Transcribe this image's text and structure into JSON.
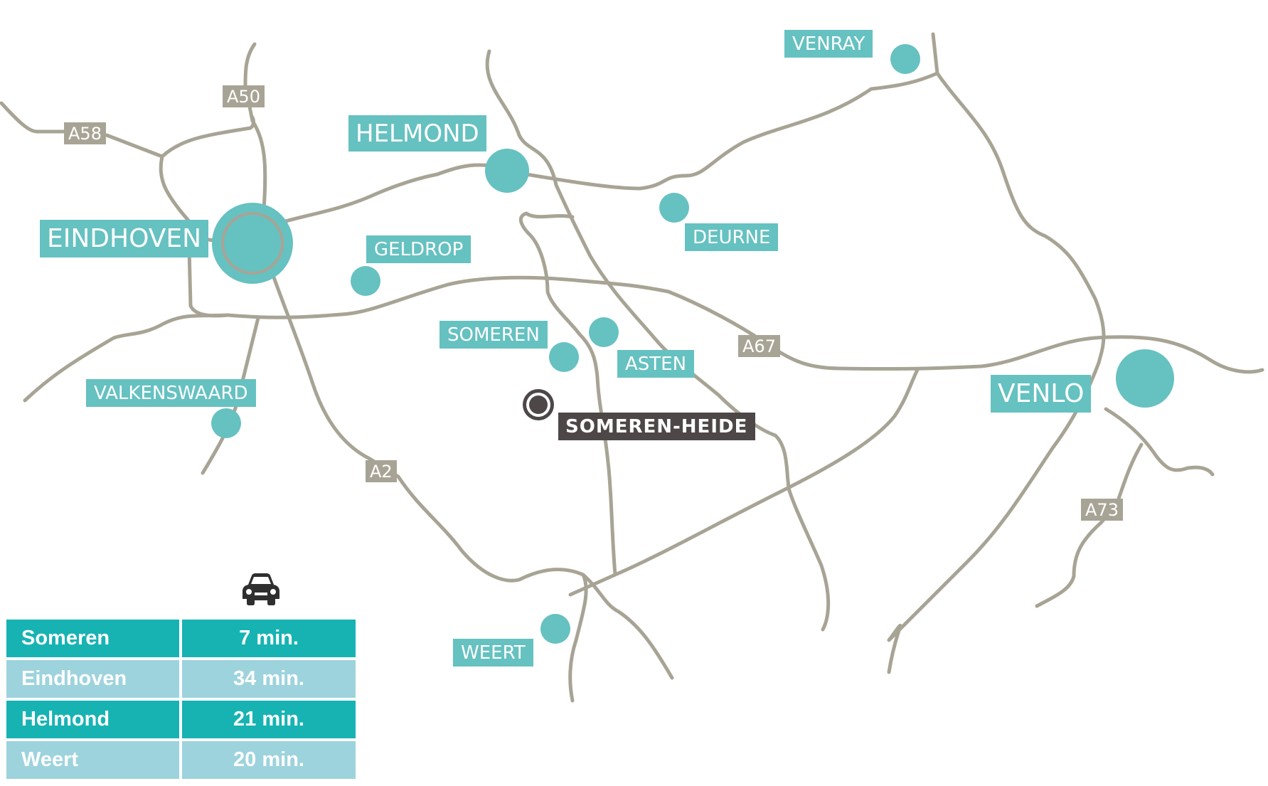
{
  "colors": {
    "teal": "#66c1c1",
    "road": "#a8a495",
    "home_marker": "#4d4747",
    "table_dark": "#17b3b3",
    "table_light": "#9dd3dc"
  },
  "cities": {
    "venray": "VENRAY",
    "helmond": "HELMOND",
    "eindhoven": "EINDHOVEN",
    "geldrop": "GELDROP",
    "deurne": "DEURNE",
    "someren": "SOMEREN",
    "asten": "ASTEN",
    "valkenswaard": "VALKENSWAARD",
    "venlo": "VENLO",
    "weert": "WEERT"
  },
  "roads": {
    "a50": "A50",
    "a58": "A58",
    "a67": "A67",
    "a2": "A2",
    "a73": "A73"
  },
  "location": {
    "label": "SOMEREN-HEIDE",
    "icon": "target-marker-icon"
  },
  "travel": {
    "icon": "car-icon",
    "rows": [
      {
        "place": "Someren",
        "time": "7 min."
      },
      {
        "place": "Eindhoven",
        "time": "34 min."
      },
      {
        "place": "Helmond",
        "time": "21 min."
      },
      {
        "place": "Weert",
        "time": "20 min."
      }
    ]
  }
}
